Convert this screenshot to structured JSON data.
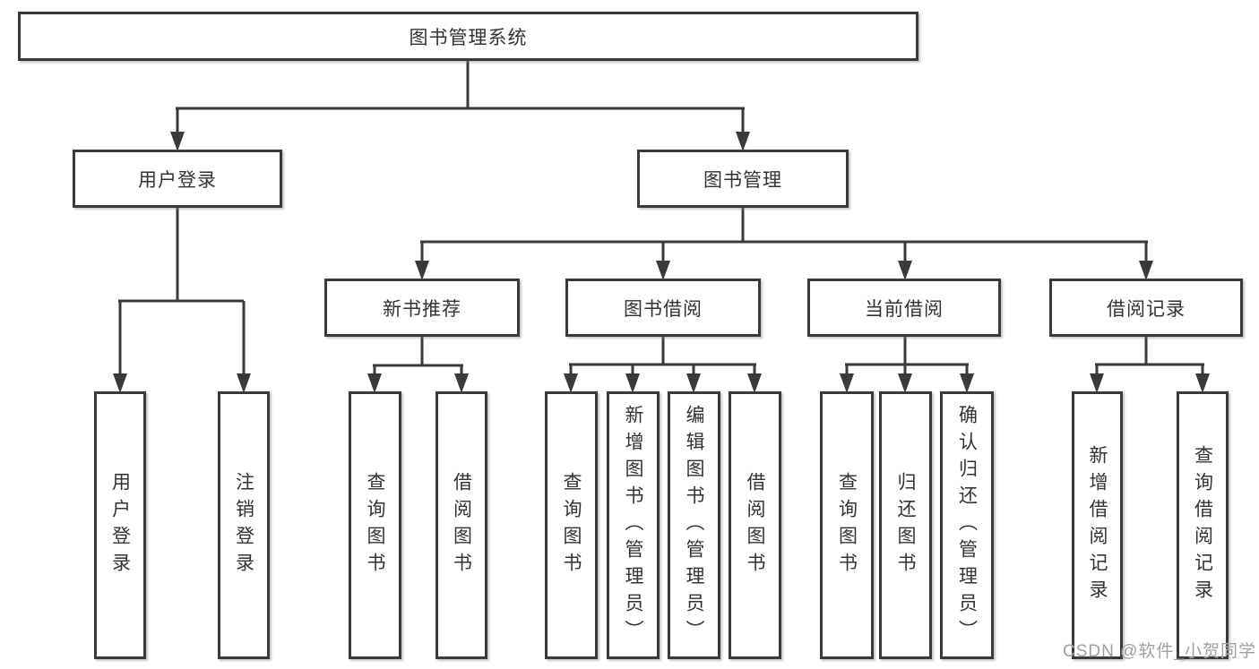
{
  "colors": {
    "line": "#3a3a3a",
    "text": "#333333",
    "watermark": "#a0a0a0",
    "background": "#ffffff"
  },
  "nodes": {
    "root": {
      "label": "图书管理系统"
    },
    "user_login": {
      "label": "用户登录"
    },
    "book_mgmt": {
      "label": "图书管理"
    },
    "leaf_user_login": {
      "label": "用户登录"
    },
    "leaf_logout": {
      "label": "注销登录"
    },
    "new_book_rec": {
      "label": "新书推荐"
    },
    "book_borrow": {
      "label": "图书借阅"
    },
    "current_borrow": {
      "label": "当前借阅"
    },
    "borrow_records": {
      "label": "借阅记录"
    },
    "nbr_query": {
      "label": "查询图书"
    },
    "nbr_borrow": {
      "label": "借阅图书"
    },
    "bb_query": {
      "label": "查询图书"
    },
    "bb_add": {
      "label": "新增图书（管理员）"
    },
    "bb_edit": {
      "label": "编辑图书（管理员）"
    },
    "bb_borrow": {
      "label": "借阅图书"
    },
    "cb_query": {
      "label": "查询图书"
    },
    "cb_return": {
      "label": "归还图书"
    },
    "cb_confirm": {
      "label": "确认归还（管理员）"
    },
    "br_add": {
      "label": "新增借阅记录"
    },
    "br_query": {
      "label": "查询借阅记录"
    }
  },
  "hierarchy": {
    "图书管理系统": [
      "用户登录",
      "图书管理"
    ],
    "用户登录": [
      "用户登录",
      "注销登录"
    ],
    "图书管理": [
      "新书推荐",
      "图书借阅",
      "当前借阅",
      "借阅记录"
    ],
    "新书推荐": [
      "查询图书",
      "借阅图书"
    ],
    "图书借阅": [
      "查询图书",
      "新增图书（管理员）",
      "编辑图书（管理员）",
      "借阅图书"
    ],
    "当前借阅": [
      "查询图书",
      "归还图书",
      "确认归还（管理员）"
    ],
    "借阅记录": [
      "新增借阅记录",
      "查询借阅记录"
    ]
  },
  "watermark": {
    "text": "CSDN @软件_小贺同学"
  }
}
